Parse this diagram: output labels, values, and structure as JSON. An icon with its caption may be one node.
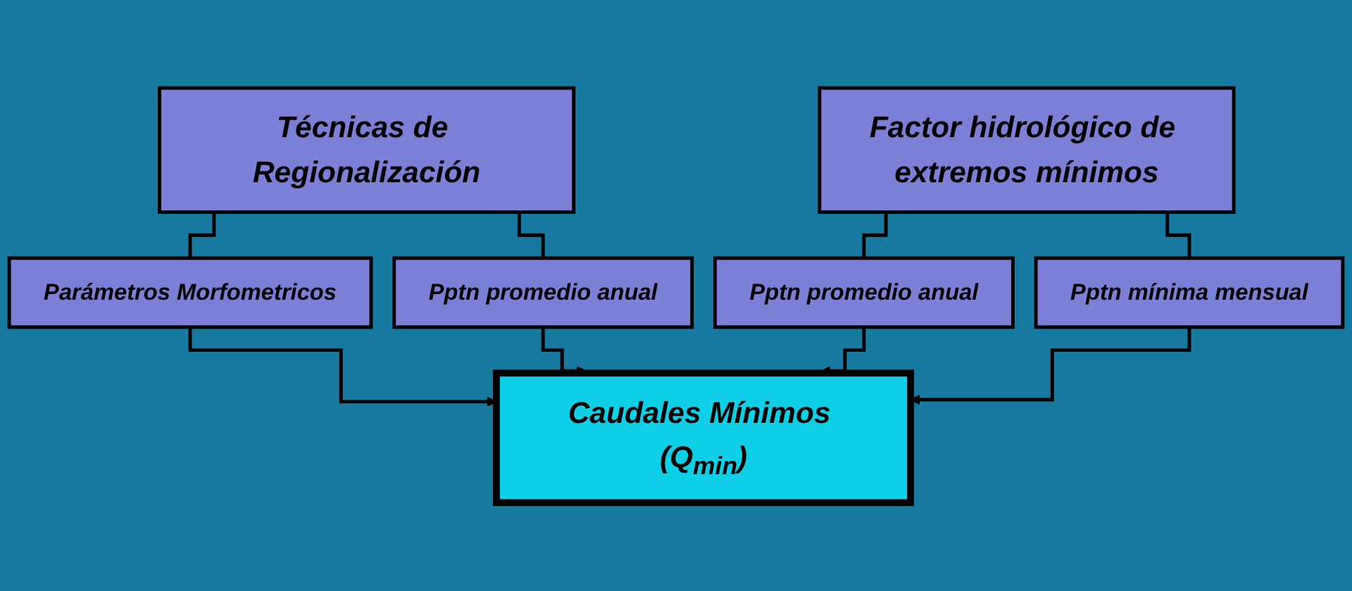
{
  "diagram": {
    "nodes": [
      {
        "text": [
          "Técnicas de Regionalización"
        ]
      },
      {
        "text": [
          "Factor hidrológico de extremos mínimos"
        ]
      },
      {
        "text": [
          "Parámetros Morfometricos"
        ]
      },
      {
        "text": [
          "Pptn promedio anual"
        ]
      },
      {
        "text": [
          "Pptn promedio anual"
        ]
      },
      {
        "text": [
          "Pptn mínima mensual"
        ]
      },
      {
        "text": [
          "Caudales Mínimos (Q$_{min}$)"
        ]
      }
    ],
    "edges": [
      {
        "from": 0,
        "to": 2,
        "arrow": "none"
      },
      {
        "from": 0,
        "to": 3,
        "arrow": "none"
      },
      {
        "from": 1,
        "to": 4,
        "arrow": "none"
      },
      {
        "from": 1,
        "to": 5,
        "arrow": "none"
      },
      {
        "from": 2,
        "to": 6,
        "arrow": "to"
      },
      {
        "from": 3,
        "to": 6,
        "arrow": "to"
      },
      {
        "from": 4,
        "to": 6,
        "arrow": "to"
      },
      {
        "from": 5,
        "to": 6,
        "arrow": "to"
      }
    ]
  }
}
